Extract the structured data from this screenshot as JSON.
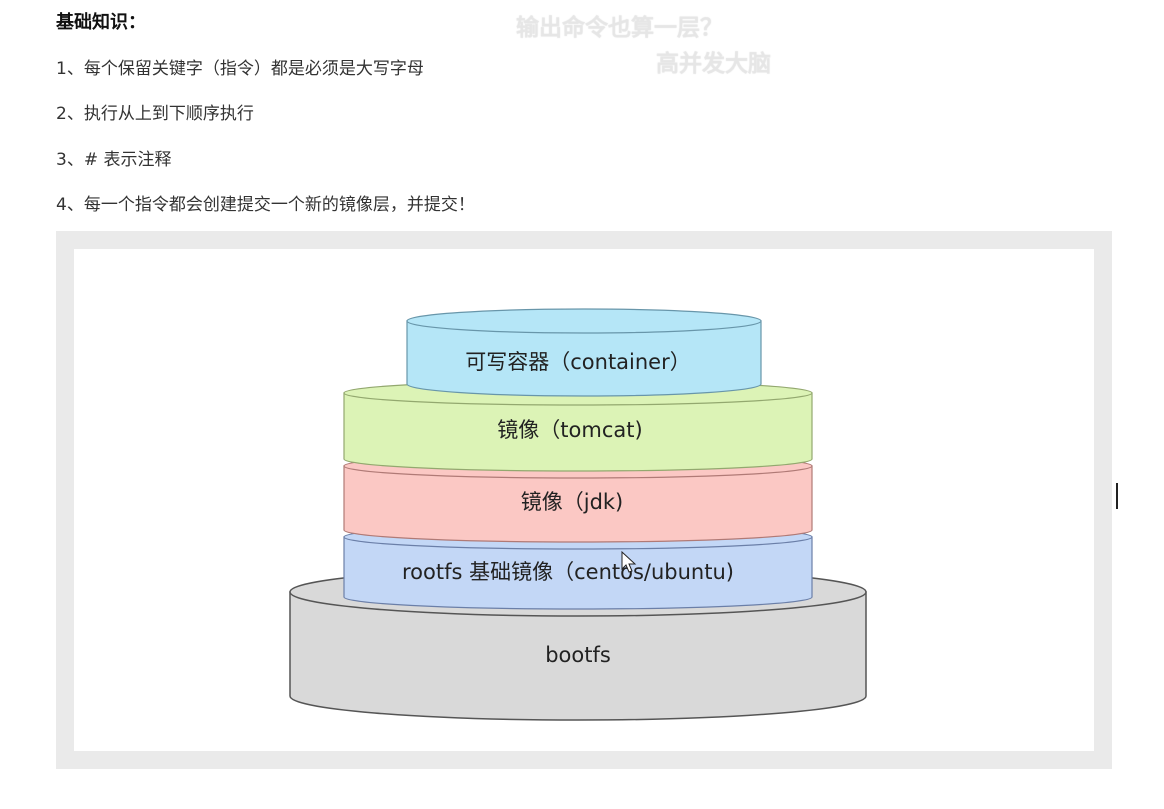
{
  "section": {
    "heading": "基础知识：",
    "rules": [
      "1、每个保留关键字（指令）都是必须是大写字母",
      "2、执行从上到下顺序执行",
      "3、# 表示注释",
      "4、每一个指令都会创建提交一个新的镜像层，并提交！"
    ]
  },
  "overlay": {
    "comments": [
      "输出命令也算一层？",
      "高并发大脑"
    ]
  },
  "diagram": {
    "layers": [
      {
        "label": "可写容器（container）",
        "color": "#b5e6f7"
      },
      {
        "label": "镜像（tomcat)",
        "color": "#dcf3b6"
      },
      {
        "label": "镜像（jdk)",
        "color": "#fbc8c4"
      },
      {
        "label": "rootfs 基础镜像（centos/ubuntu)",
        "color": "#c3d7f6"
      },
      {
        "label": "bootfs",
        "color": "#d9d9d9"
      }
    ]
  }
}
